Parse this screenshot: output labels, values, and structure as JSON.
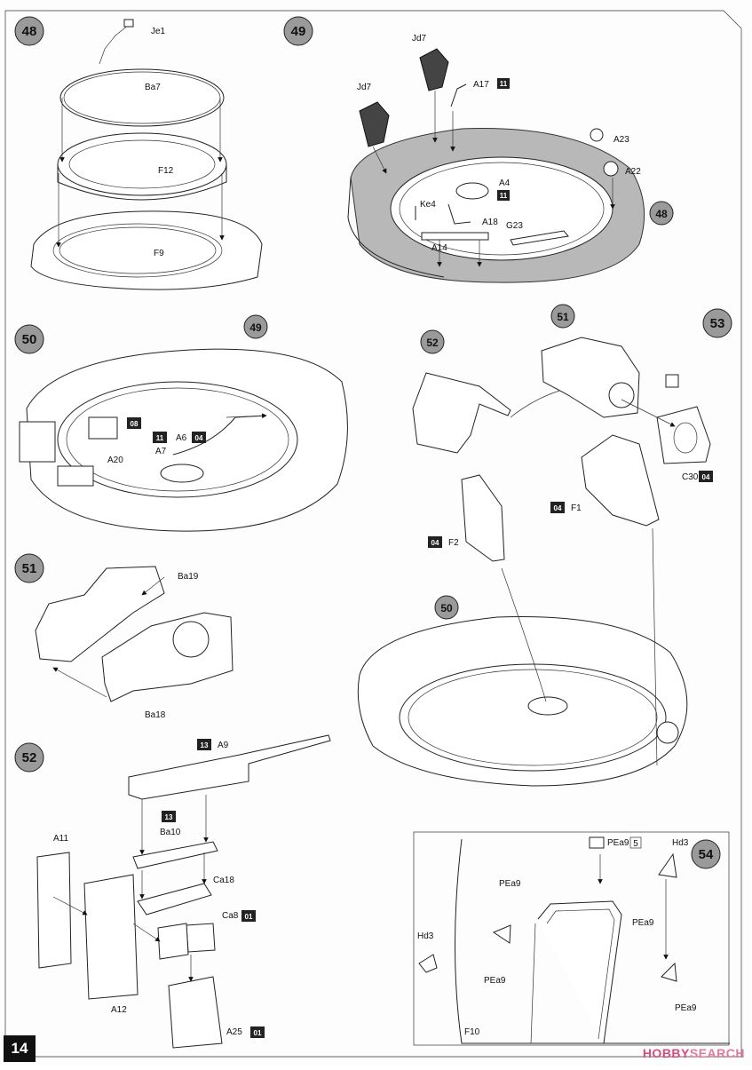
{
  "page": {
    "number": "14",
    "watermark_main": "HOBBY",
    "watermark_tail": "SEARCH"
  },
  "steps": {
    "s48": "48",
    "s49": "49",
    "s50": "50",
    "s51": "51",
    "s52": "52",
    "s53": "53",
    "s54": "54",
    "ref48": "48",
    "ref49": "49",
    "ref50": "50",
    "ref51": "51",
    "ref52": "52"
  },
  "labels": {
    "je1": "Je1",
    "ba7": "Ba7",
    "f12": "F12",
    "f9": "F9",
    "jd7a": "Jd7",
    "jd7b": "Jd7",
    "a17": "A17",
    "a23": "A23",
    "a22": "A22",
    "a4": "A4",
    "ke4": "Ke4",
    "a18": "A18",
    "g23": "G23",
    "a14": "A14",
    "a20": "A20",
    "a6": "A6",
    "a7": "A7",
    "ba19": "Ba19",
    "ba18": "Ba18",
    "c30": "C30",
    "f1": "F1",
    "f2": "F2",
    "a9": "A9",
    "ba10": "Ba10",
    "ca18": "Ca18",
    "ca8": "Ca8",
    "a11": "A11",
    "a12": "A12",
    "a25": "A25",
    "pea9_top": "PEa9",
    "pea9_qty": "5",
    "hd3_top": "Hd3",
    "pea9_a": "PEa9",
    "pea9_b": "PEa9",
    "pea9_c": "PEa9",
    "pea9_d": "PEa9",
    "hd3_left": "Hd3",
    "f10": "F10"
  },
  "paint": {
    "p_a17": "11",
    "p_a4": "11",
    "p_08": "08",
    "p_11": "11",
    "p_04a": "04",
    "p_c30": "04",
    "p_f1": "04",
    "p_f2": "04",
    "p_a9": "13",
    "p_ba10": "13",
    "p_ca8": "01",
    "p_a25": "01"
  },
  "colors": {
    "paint_box": "#222222",
    "hull_fill": "#b8b8b8",
    "watermark": "#d84a7a"
  },
  "icons": [
    "step-circle",
    "paint-code-box",
    "assembly-arrow",
    "photo-etch-icon",
    "glue-icon"
  ]
}
